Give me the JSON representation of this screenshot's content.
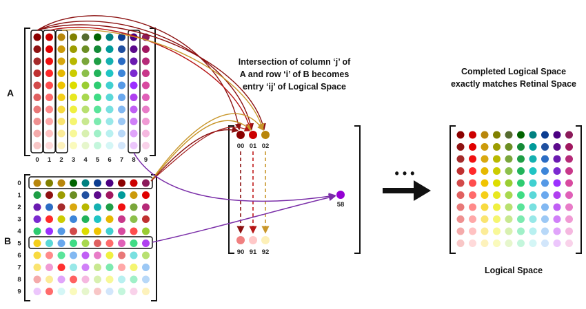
{
  "matrix_a": {
    "label": "A",
    "column_labels": [
      "0",
      "1",
      "2",
      "3",
      "4",
      "5",
      "6",
      "7",
      "8",
      "9"
    ]
  },
  "matrix_b": {
    "label": "B",
    "row_labels": [
      "0",
      "1",
      "2",
      "3",
      "4",
      "5",
      "6",
      "7",
      "8",
      "9"
    ]
  },
  "explanation": {
    "line1": "Intersection of column ‘j’ of",
    "line2": "A and row ‘i’ of B becomes",
    "line3": "entry ‘ij’ of Logical Space"
  },
  "partial_space": {
    "top_entries": [
      "00",
      "01",
      "02"
    ],
    "bottom_entries": [
      "90",
      "91",
      "92"
    ],
    "example_entry": "58"
  },
  "ellipsis": "• • •",
  "completed": {
    "line1": "Completed Logical Space",
    "line2": "exactly matches Retinal Space",
    "caption": "Logical Space"
  },
  "colors": {
    "grid": [
      [
        "#8b0000",
        "#cc0000",
        "#b8860b",
        "#808000",
        "#556b2f",
        "#006400",
        "#008080",
        "#0b3d91",
        "#4b0082",
        "#8b1a5a"
      ],
      [
        "#8e1111",
        "#e00000",
        "#cc9a0a",
        "#9c9c00",
        "#6b8e23",
        "#138a36",
        "#009a9a",
        "#1f4fa0",
        "#5c0a8c",
        "#a0175f"
      ],
      [
        "#a52a2a",
        "#f01010",
        "#d9a80e",
        "#b8b800",
        "#7aa63a",
        "#1e9e45",
        "#14b0b0",
        "#2b6cc4",
        "#6a1ab0",
        "#b52a78"
      ],
      [
        "#bf3030",
        "#ff2a2a",
        "#e6b800",
        "#cccc00",
        "#8cbf4a",
        "#22b35a",
        "#20c4c4",
        "#3d85d9",
        "#7b2ad0",
        "#c8378a"
      ],
      [
        "#d24a4a",
        "#ff4d4d",
        "#f0c400",
        "#dddd00",
        "#9acd32",
        "#2ecc71",
        "#40d0d0",
        "#5599e6",
        "#9b30ff",
        "#d84aa0"
      ],
      [
        "#e06060",
        "#ff6b6b",
        "#f5cf1a",
        "#e8e820",
        "#a8d84e",
        "#3fdc85",
        "#5ad8d8",
        "#6aa8ee",
        "#b040f0",
        "#e060b8"
      ],
      [
        "#e87878",
        "#ff8a8a",
        "#f8da40",
        "#f0f040",
        "#b8e070",
        "#5ae49a",
        "#78e0e0",
        "#82b8f2",
        "#c060f5",
        "#e87cc8"
      ],
      [
        "#ef9090",
        "#ffa8a8",
        "#fae470",
        "#f5f570",
        "#c8e890",
        "#7ceab0",
        "#98e8e8",
        "#9cc8f5",
        "#d080f8",
        "#f09ad4"
      ],
      [
        "#f4aaaa",
        "#ffc2c2",
        "#fcec98",
        "#f8f898",
        "#d8f0b0",
        "#a0f0c8",
        "#b8f0f0",
        "#b8d8f8",
        "#e0a4fa",
        "#f5b8e0"
      ],
      [
        "#f8c6c6",
        "#ffdada",
        "#fdf2bc",
        "#fafabc",
        "#e6f6cc",
        "#c4f6dc",
        "#d4f6f6",
        "#d2e6fb",
        "#ecc6fc",
        "#f9d2ea"
      ]
    ],
    "b_rows": [
      [
        "#b8860b",
        "#808000",
        "#b8860b",
        "#006400",
        "#008080",
        "#0b3d91",
        "#4b0082",
        "#8b0000",
        "#cc0000",
        "#8b1a5a"
      ],
      [
        "#1e9e45",
        "#8e1111",
        "#9c9c00",
        "#6b8e23",
        "#1f4fa0",
        "#5c0a8c",
        "#a0175f",
        "#009a9a",
        "#cc9a0a",
        "#e00000"
      ],
      [
        "#6a1ab0",
        "#2b6cc4",
        "#a52a2a",
        "#d9a80e",
        "#b8b800",
        "#14b0b0",
        "#1e9e45",
        "#f01010",
        "#7aa63a",
        "#b52a78"
      ],
      [
        "#7b2ad0",
        "#ff2a2a",
        "#cccc00",
        "#3d85d9",
        "#22b35a",
        "#20c4c4",
        "#e6b800",
        "#c8378a",
        "#8cbf4a",
        "#bf3030"
      ],
      [
        "#2ecc71",
        "#9b30ff",
        "#5599e6",
        "#d24a4a",
        "#dddd00",
        "#f0c400",
        "#40d0d0",
        "#d84aa0",
        "#ff4d4d",
        "#9acd32"
      ],
      [
        "#f5cf1a",
        "#5ad8d8",
        "#6aa8ee",
        "#3fdc85",
        "#a8d84e",
        "#e06060",
        "#ff6b6b",
        "#e060b8",
        "#3fdc85",
        "#b040f0"
      ],
      [
        "#f8da40",
        "#ff8a8a",
        "#5ae49a",
        "#82b8f2",
        "#c060f5",
        "#e87cc8",
        "#f0f040",
        "#e87878",
        "#78e0e0",
        "#b8e070"
      ],
      [
        "#fae470",
        "#f09ad4",
        "#ff3030",
        "#98e8e8",
        "#d080f8",
        "#c8e890",
        "#7ceab0",
        "#ffa8a8",
        "#f5f570",
        "#9cc8f5"
      ],
      [
        "#f4aaaa",
        "#fcec98",
        "#e0a4fa",
        "#ff6060",
        "#f5b8e0",
        "#d8f0b0",
        "#f8f898",
        "#b8f0f0",
        "#a0f0c8",
        "#b8d8f8"
      ],
      [
        "#ecc6fc",
        "#ff6b6b",
        "#d4f6f6",
        "#fafabc",
        "#e6f6cc",
        "#f8c6c6",
        "#d2e6fb",
        "#c4f6dc",
        "#f9d2ea",
        "#fdf2bc"
      ]
    ],
    "arrow_col0": "#8b1010",
    "arrow_col1": "#b51515",
    "arrow_col2": "#c8962a",
    "arrow_example": "#7a2ea8",
    "example_dot": "#9400d3",
    "bracket": "#111111"
  }
}
